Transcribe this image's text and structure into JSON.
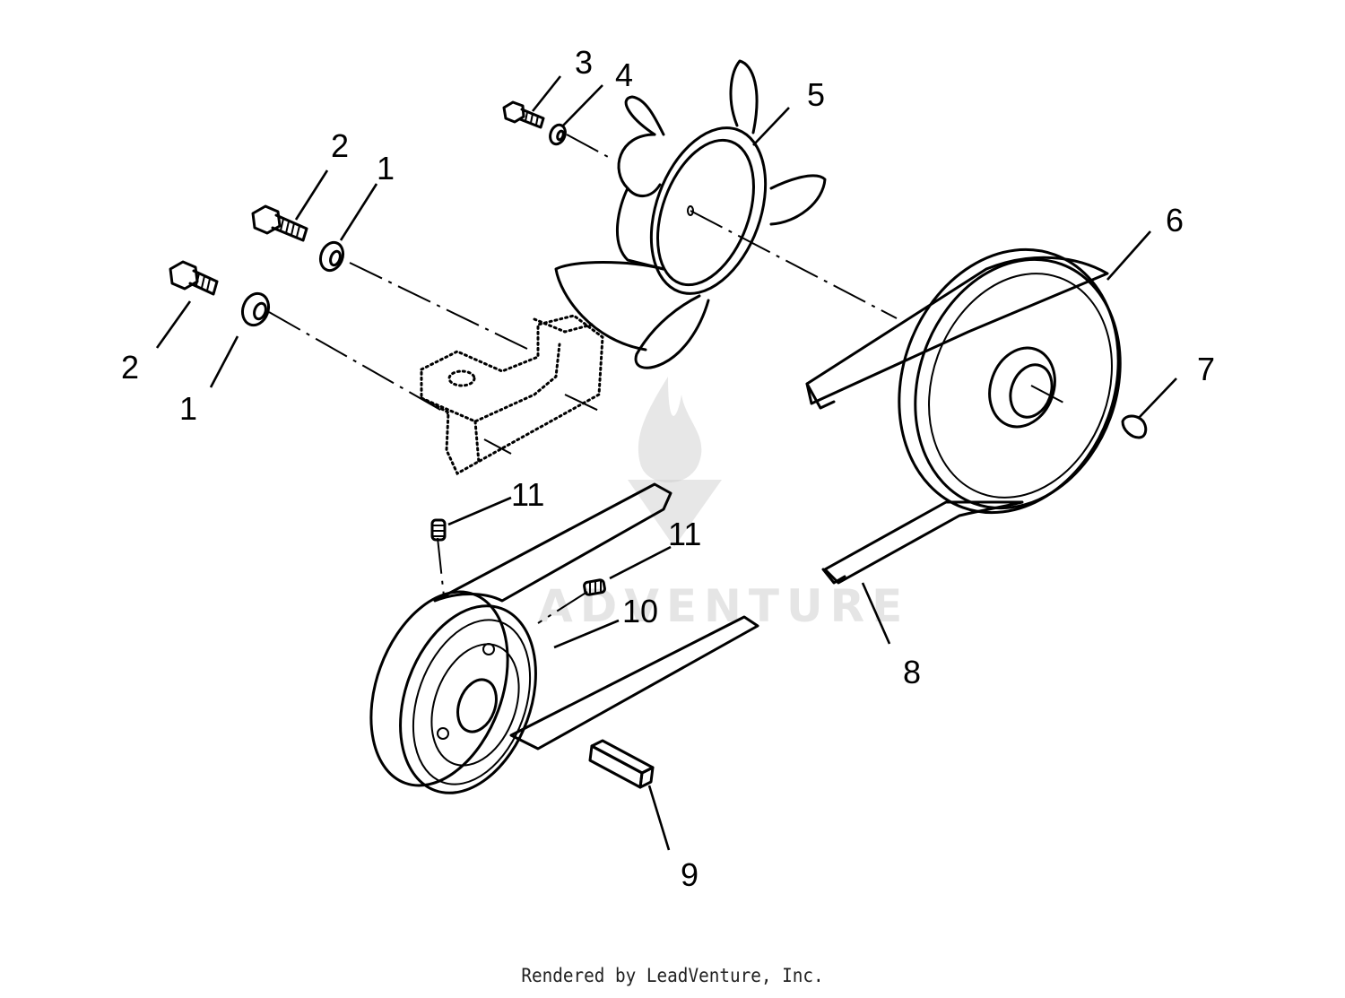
{
  "diagram": {
    "callouts": [
      {
        "id": "c3",
        "text": "3"
      },
      {
        "id": "c4",
        "text": "4"
      },
      {
        "id": "c5",
        "text": "5"
      },
      {
        "id": "c2a",
        "text": "2"
      },
      {
        "id": "c1a",
        "text": "1"
      },
      {
        "id": "c2b",
        "text": "2"
      },
      {
        "id": "c1b",
        "text": "1"
      },
      {
        "id": "c6",
        "text": "6"
      },
      {
        "id": "c7",
        "text": "7"
      },
      {
        "id": "c11a",
        "text": "11"
      },
      {
        "id": "c11b",
        "text": "11"
      },
      {
        "id": "c10",
        "text": "10"
      },
      {
        "id": "c8",
        "text": "8"
      },
      {
        "id": "c9",
        "text": "9"
      }
    ],
    "watermark": "ADVENTURE"
  },
  "footer": {
    "credit": "Rendered by LeadVenture, Inc."
  }
}
